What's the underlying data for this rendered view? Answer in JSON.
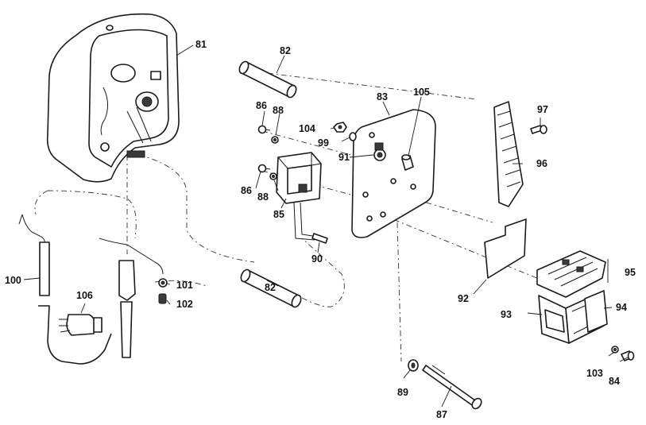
{
  "diagram": {
    "callouts": [
      {
        "id": "c81",
        "text": "81"
      },
      {
        "id": "c82a",
        "text": "82"
      },
      {
        "id": "c82b",
        "text": "82"
      },
      {
        "id": "c83",
        "text": "83"
      },
      {
        "id": "c84",
        "text": "84"
      },
      {
        "id": "c85",
        "text": "85"
      },
      {
        "id": "c86a",
        "text": "86"
      },
      {
        "id": "c86b",
        "text": "86"
      },
      {
        "id": "c87",
        "text": "87"
      },
      {
        "id": "c88a",
        "text": "88"
      },
      {
        "id": "c88b",
        "text": "88"
      },
      {
        "id": "c89",
        "text": "89"
      },
      {
        "id": "c90",
        "text": "90"
      },
      {
        "id": "c91",
        "text": "91"
      },
      {
        "id": "c92",
        "text": "92"
      },
      {
        "id": "c93",
        "text": "93"
      },
      {
        "id": "c94",
        "text": "94"
      },
      {
        "id": "c95",
        "text": "95"
      },
      {
        "id": "c96",
        "text": "96"
      },
      {
        "id": "c97",
        "text": "97"
      },
      {
        "id": "c99",
        "text": "99"
      },
      {
        "id": "c100",
        "text": "100"
      },
      {
        "id": "c101",
        "text": "101"
      },
      {
        "id": "c102",
        "text": "102"
      },
      {
        "id": "c103",
        "text": "103"
      },
      {
        "id": "c104",
        "text": "104"
      },
      {
        "id": "c105",
        "text": "105"
      },
      {
        "id": "c106",
        "text": "106"
      }
    ]
  }
}
